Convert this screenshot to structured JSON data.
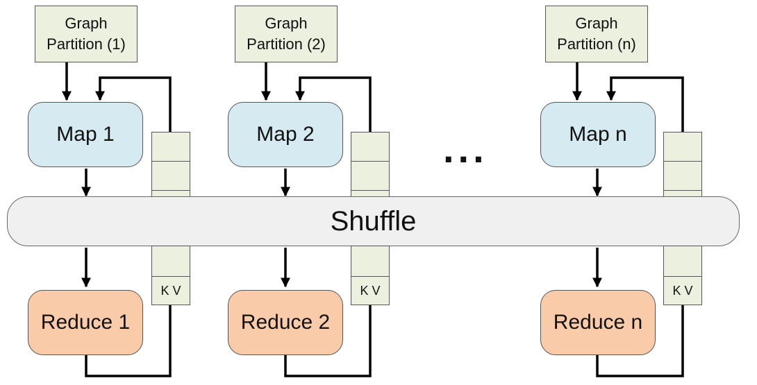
{
  "columns": [
    {
      "partition_line1": "Graph",
      "partition_line2": "Partition (1)",
      "map": "Map 1",
      "reduce": "Reduce 1",
      "kv": "K V"
    },
    {
      "partition_line1": "Graph",
      "partition_line2": "Partition (2)",
      "map": "Map 2",
      "reduce": "Reduce 2",
      "kv": "K V"
    },
    {
      "partition_line1": "Graph",
      "partition_line2": "Partition (n)",
      "map": "Map n",
      "reduce": "Reduce n",
      "kv": "K V"
    }
  ],
  "shuffle": "Shuffle",
  "ellipsis": "...",
  "colors": {
    "partition": "#ebf0df",
    "map": "#d6eaf2",
    "reduce": "#f9cba9",
    "shuffle": "#f0f0f0",
    "line": "#000000"
  }
}
